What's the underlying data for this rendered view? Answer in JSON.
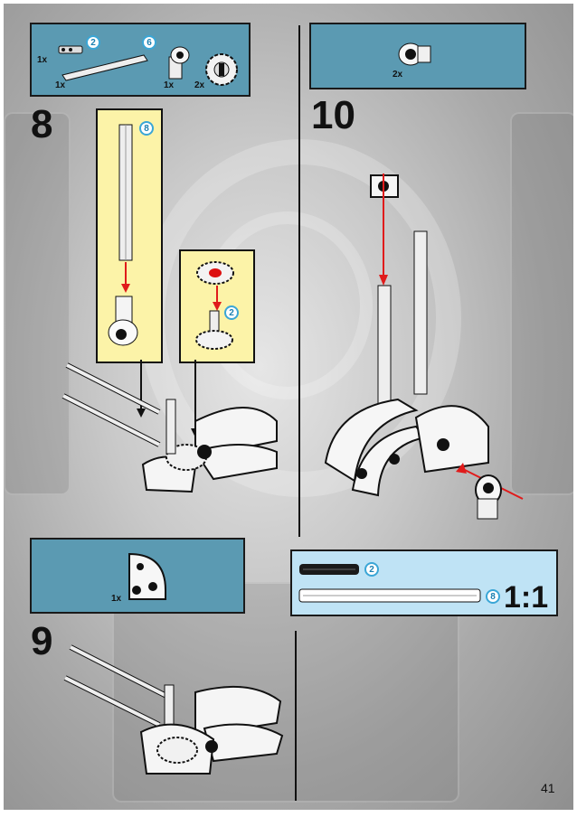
{
  "page_number": "41",
  "steps": [
    {
      "number": "8",
      "parts": [
        {
          "qty": "1x",
          "length_badge": "2"
        },
        {
          "qty": "1x",
          "length_badge": "6"
        },
        {
          "qty": "1x"
        },
        {
          "qty": "2x"
        }
      ],
      "callouts": [
        {
          "length_badge": "8"
        },
        {
          "length_badge": "2"
        }
      ]
    },
    {
      "number": "9",
      "parts": [
        {
          "qty": "1x"
        }
      ]
    },
    {
      "number": "10",
      "parts": [
        {
          "qty": "2x"
        }
      ]
    }
  ],
  "ruler": {
    "axle_badge": "2",
    "long_badge": "8",
    "scale": "1:1"
  },
  "colors": {
    "parts_box": "#5b9ab2",
    "ruler_box": "#bfe3f5",
    "callout": "#fcf3a8",
    "arrow": "#e01b1b",
    "badge": "#3aa6d6"
  }
}
